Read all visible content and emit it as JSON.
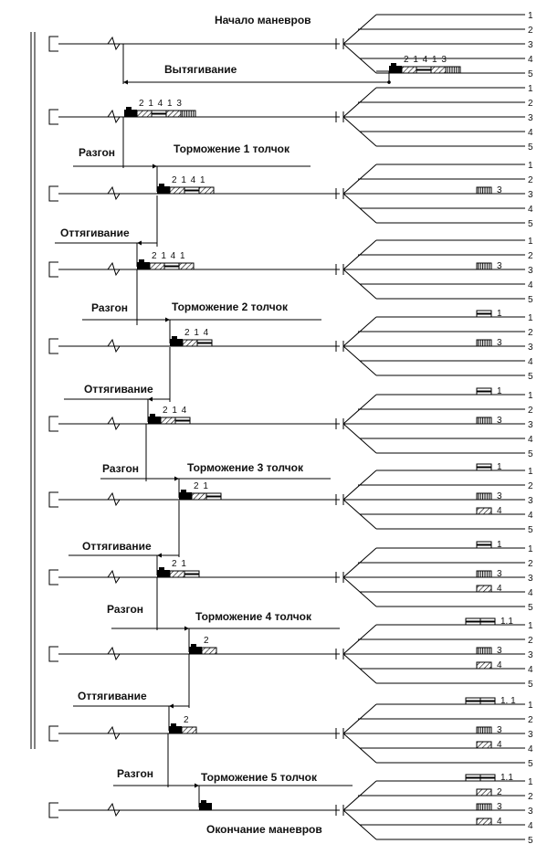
{
  "track_numbers": [
    "1",
    "2",
    "3",
    "4",
    "5"
  ],
  "labels": {
    "start": "Начало маневров",
    "pull": "Вытягивание",
    "accel": "Разгон",
    "retract": "Оттягивание",
    "brake1": "Торможение 1 толчок",
    "brake2": "Торможение 2 толчок",
    "brake3": "Торможение 3 толчок",
    "brake4": "Торможение 4 толчок",
    "brake5": "Торможение 5 толчок",
    "end": "Окончание маневров"
  },
  "wagon_codes": {
    "c21413": "2 1 4 1 3",
    "c2141": "2 1 4 1",
    "c214": "2 1 4",
    "c21": "2 1",
    "c2": "2",
    "c1": "1",
    "c11": "1.1",
    "c11b": "1. 1",
    "c3": "3",
    "c4": "4"
  },
  "colors": {
    "ink": "#000000",
    "background": "#ffffff"
  }
}
